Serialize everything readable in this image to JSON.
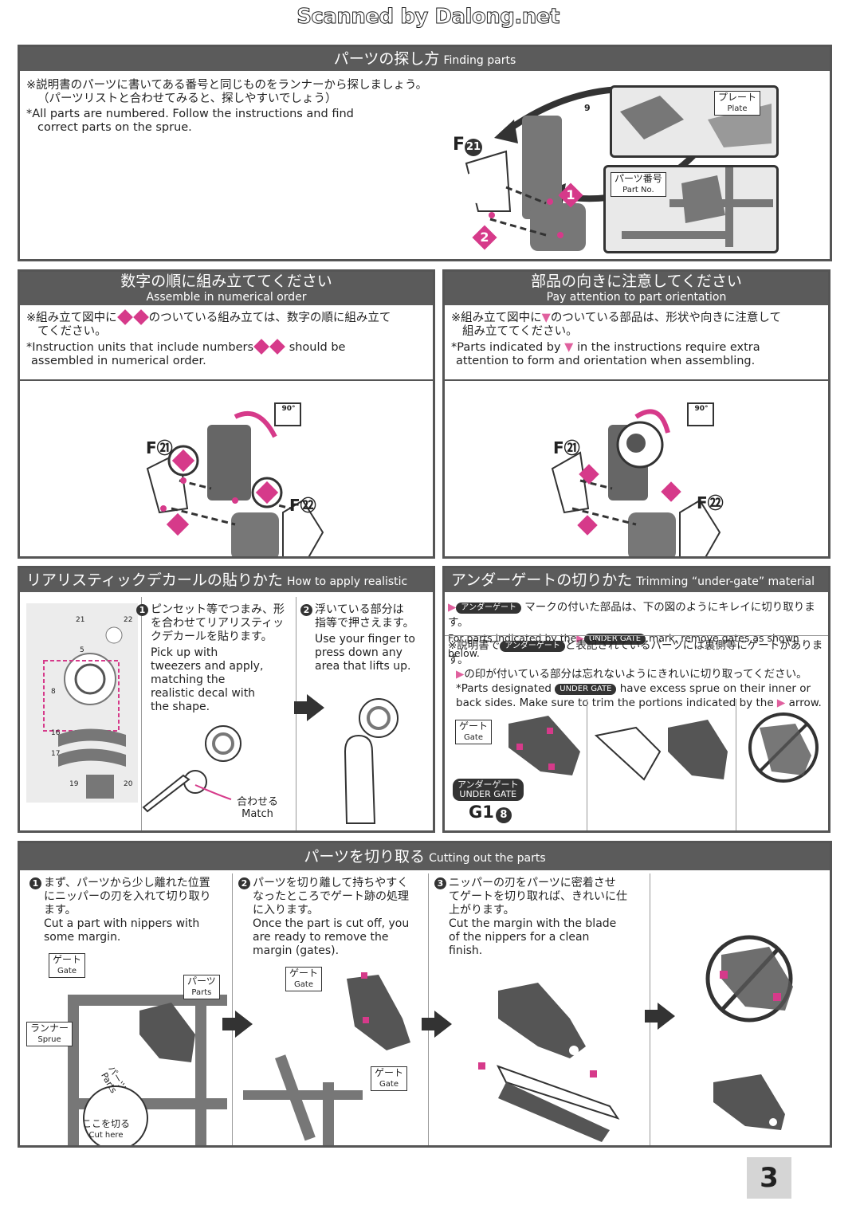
{
  "watermark": "Scanned by Dalong.net",
  "finding": {
    "title_ja": "パーツの探し方",
    "title_en": "Finding parts",
    "ja1": "※説明書のパーツに書いてある番号と同じものをランナーから探しましょう。",
    "ja2": "（パーツリストと合わせてみると、探しやすいでしょう）",
    "en1": "*All parts are numbered. Follow the instructions and find",
    "en2": "correct parts on the sprue.",
    "part_ref": "F",
    "part_num": "21",
    "plate_ja": "プレート",
    "plate_en": "Plate",
    "partno_ja": "パーツ番号",
    "partno_en": "Part No.",
    "plate_code": "9",
    "step1": "1",
    "step2": "2"
  },
  "numerical": {
    "title_ja": "数字の順に組み立ててください",
    "title_en": "Assemble in numerical order",
    "ja1": "※組み立て図中に",
    "ja1b": "のついている組み立ては、数字の順に組み立て",
    "ja2": "てください。",
    "en1": "*Instruction units that include numbers",
    "en1b": "should be",
    "en2": "assembled in numerical order.",
    "angle": "90°",
    "f21": "F㉑",
    "f22": "F㉒"
  },
  "orientation": {
    "title_ja": "部品の向きに注意してください",
    "title_en": "Pay attention to part orientation",
    "ja1": "※組み立て図中に",
    "ja1b": "のついている部品は、形状や向きに注意して",
    "ja2": "組み立ててください。",
    "en1": "*Parts indicated by",
    "en1b": "in the instructions require extra",
    "en2": "attention to form and orientation when assembling.",
    "angle": "90°",
    "f21": "F㉑",
    "f22": "F㉒"
  },
  "decals": {
    "title_ja": "リアリスティックデカールの貼りかた",
    "title_en": "How to apply realistic decals",
    "step1_ja": [
      "ピンセット等でつまみ、形",
      "を合わせてリアリスティッ",
      "クデカールを貼ります。"
    ],
    "step1_en": [
      "Pick up with",
      "tweezers and apply,",
      "matching the",
      "realistic decal with",
      "the shape."
    ],
    "step2_ja": [
      "浮いている部分は",
      "指等で押さえます。"
    ],
    "step2_en": [
      "Use your finger to",
      "press down any",
      "area that lifts up."
    ],
    "match_ja": "合わせる",
    "match_en": "Match",
    "sheet_nums": [
      "21",
      "22",
      "5",
      "8",
      "16",
      "17",
      "19",
      "20"
    ]
  },
  "undergate": {
    "title_ja": "アンダーゲートの切りかた",
    "title_en": "Trimming “under-gate” material",
    "pill_ja": "アンダーゲート",
    "pill_en": "UNDER GATE",
    "l1_ja": "マークの付いた部品は、下の図のようにキレイに切り取ります。",
    "l2_en_a": "For parts indicated by the",
    "l2_en_b": "mark, remove gates as shown below.",
    "l3_ja_a": "※説明書で",
    "l3_ja_b": "と表記されているパーツには裏側等にゲートがあります。",
    "l4_ja": "の印が付いている部分は忘れないようにきれいに切り取ってください。",
    "l5_en_a": "*Parts designated",
    "l5_en_b": "have excess sprue on their inner or",
    "l6_en_a": "back sides. Make sure to trim the portions indicated by the",
    "l6_en_b": "arrow.",
    "gate_ja": "ゲート",
    "gate_en": "Gate",
    "ug_ja": "アンダーゲート",
    "ug_en": "UNDER GATE",
    "part_code": "G1",
    "part_code_num": "8"
  },
  "cutting": {
    "title_ja": "パーツを切り取る",
    "title_en": "Cutting out the parts",
    "s1_ja": [
      "まず、パーツから少し離れた位置",
      "にニッパーの刃を入れて切り取り",
      "ます。"
    ],
    "s1_en": [
      "Cut a part with nippers with",
      "some margin."
    ],
    "s2_ja": [
      "パーツを切り離して持ちやすく",
      "なったところでゲート跡の処理",
      "に入ります。"
    ],
    "s2_en": [
      "Once the part is cut off, you",
      "are ready to remove the",
      "margin (gates)."
    ],
    "s3_ja": [
      "ニッパーの刃をパーツに密着させ",
      "てゲートを切り取れば、きれいに仕",
      "上がります。"
    ],
    "s3_en": [
      "Cut the margin with the blade",
      "of the nippers for a clean",
      "finish."
    ],
    "gate_ja": "ゲート",
    "gate_en": "Gate",
    "parts_ja": "パーツ",
    "parts_en": "Parts",
    "runner_ja": "ランナー",
    "runner_en": "Sprue",
    "cut_ja": "ここを切る",
    "cut_en": "Cut here",
    "parts_label": "パーツ",
    "parts_label_en": "Parts"
  },
  "page_number": "3"
}
